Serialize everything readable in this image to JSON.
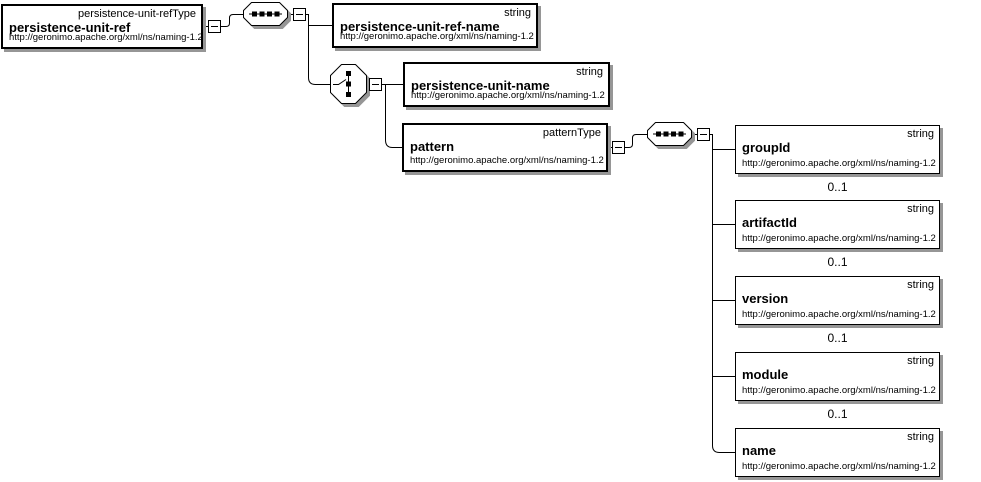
{
  "elements": {
    "persistence_unit_ref": {
      "name": "persistence-unit-ref",
      "type": "persistence-unit-refType",
      "ns": "http://geronimo.apache.org/xml/ns/naming-1.2"
    },
    "persistence_unit_ref_name": {
      "name": "persistence-unit-ref-name",
      "type": "string",
      "ns": "http://geronimo.apache.org/xml/ns/naming-1.2"
    },
    "persistence_unit_name": {
      "name": "persistence-unit-name",
      "type": "string",
      "ns": "http://geronimo.apache.org/xml/ns/naming-1.2"
    },
    "pattern": {
      "name": "pattern",
      "type": "patternType",
      "ns": "http://geronimo.apache.org/xml/ns/naming-1.2"
    },
    "groupId": {
      "name": "groupId",
      "type": "string",
      "ns": "http://geronimo.apache.org/xml/ns/naming-1.2",
      "cardinality": "0..1"
    },
    "artifactId": {
      "name": "artifactId",
      "type": "string",
      "ns": "http://geronimo.apache.org/xml/ns/naming-1.2",
      "cardinality": "0..1"
    },
    "version": {
      "name": "version",
      "type": "string",
      "ns": "http://geronimo.apache.org/xml/ns/naming-1.2",
      "cardinality": "0..1"
    },
    "module": {
      "name": "module",
      "type": "string",
      "ns": "http://geronimo.apache.org/xml/ns/naming-1.2",
      "cardinality": "0..1"
    },
    "name": {
      "name": "name",
      "type": "string",
      "ns": "http://geronimo.apache.org/xml/ns/naming-1.2"
    }
  },
  "colors": {
    "box_border": "#000000",
    "box_fill": "#ffffff",
    "shadow": "#969696",
    "line": "#000000"
  }
}
